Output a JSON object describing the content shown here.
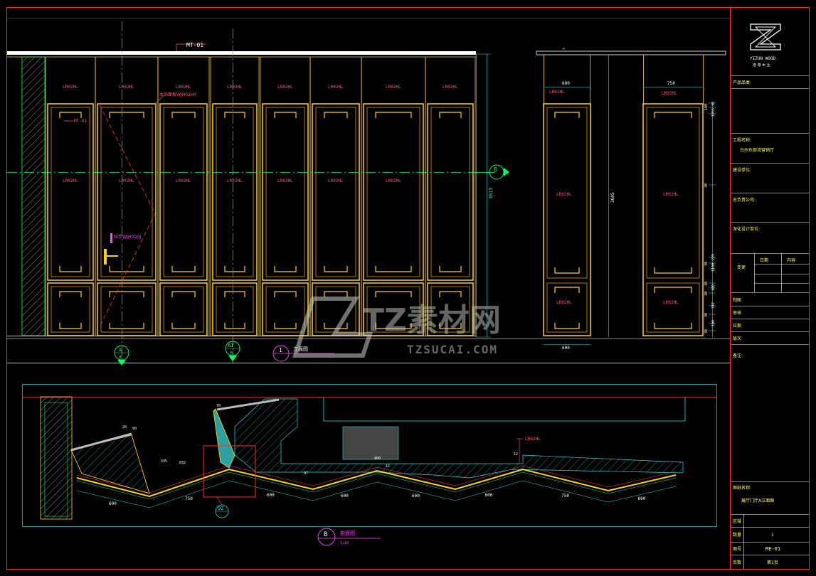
{
  "colors": {
    "background": "#000000",
    "frame": "#ff2a2a",
    "cabinet": "#ffd21a",
    "cabinet_inner": "#ffb000",
    "ceiling": "#ffffff",
    "axis": "#00ff66",
    "dimension": "#22dddd",
    "label": "#ff5577",
    "section_fill": "#2fa0a0",
    "callout": "#ff44ff",
    "titleblock_text": "#ffff66",
    "titleblock_line": "#ffffff"
  },
  "elevation": {
    "ceiling_tag": "MT-01",
    "side_tag": "MT-01",
    "panel_tag": "LR02HL",
    "door_note": "木饰面板WJH02HY",
    "handle_note": "拉手WJH01HJ",
    "height_dim": "3615",
    "section_callout": {
      "letter": "B",
      "sub": ""
    },
    "axis_a": {
      "letter": "A",
      "sub": "剖"
    },
    "axis_a1": {
      "letter": "A1",
      "sub": "剖"
    },
    "view_title": {
      "number": "1",
      "text": "立面图"
    }
  },
  "side_views": {
    "top_tag": "→",
    "left": {
      "width_top": "600",
      "width_bottom": "600",
      "panel_tag": "LR02HL"
    },
    "right": {
      "width_top": "750",
      "panel_tag": "LR02HL"
    },
    "height_dim": "3605",
    "right_dims": [
      "30",
      "100",
      "1955",
      "30",
      "225",
      "30",
      "1100",
      "30",
      "100",
      "30",
      "747",
      "30",
      "100",
      "30"
    ]
  },
  "plan": {
    "tag": "LR02HL",
    "dims_bottom": [
      "600",
      "750",
      "600",
      "600",
      "600",
      "600",
      "750",
      "600"
    ],
    "dims_upper": [
      "832",
      "335",
      "20",
      "90",
      "70",
      "12",
      "400",
      "12",
      "97"
    ],
    "detail_callout": {
      "number": "02",
      "sub": "--"
    },
    "view_title": {
      "letter": "B",
      "text": "剖面图",
      "scale": "1:10"
    }
  },
  "watermark": {
    "logo": "TZ素材网",
    "url": "TZSUCAI.COM"
  },
  "title_block": {
    "logo_sub": "YIZUN WOOD",
    "logo_cn": "逸 尊 木 业",
    "product_name_label": "产品品类:",
    "project_name_label": "工程名称:",
    "project_name_value": "台州东部湾营销厅",
    "builder_label": "建设单位:",
    "owner_label": "总负责公司:",
    "design_label": "深化设计单位:",
    "change_label": "变更",
    "date_label": "日期",
    "content_label": "内容",
    "drawn_label": "制图",
    "review_label": "审核",
    "date_row_label": "日期",
    "version_label": "版次",
    "notes_label": "备注:",
    "drawing_name_label": "图纸名称:",
    "drawing_name_value": "展厅门厅A立面图",
    "area_label": "区域",
    "qty_label": "数量",
    "qty_value": "1",
    "code_label": "图号",
    "code_value": "ME-01",
    "page_label": "页数",
    "page_value": "第1页"
  }
}
